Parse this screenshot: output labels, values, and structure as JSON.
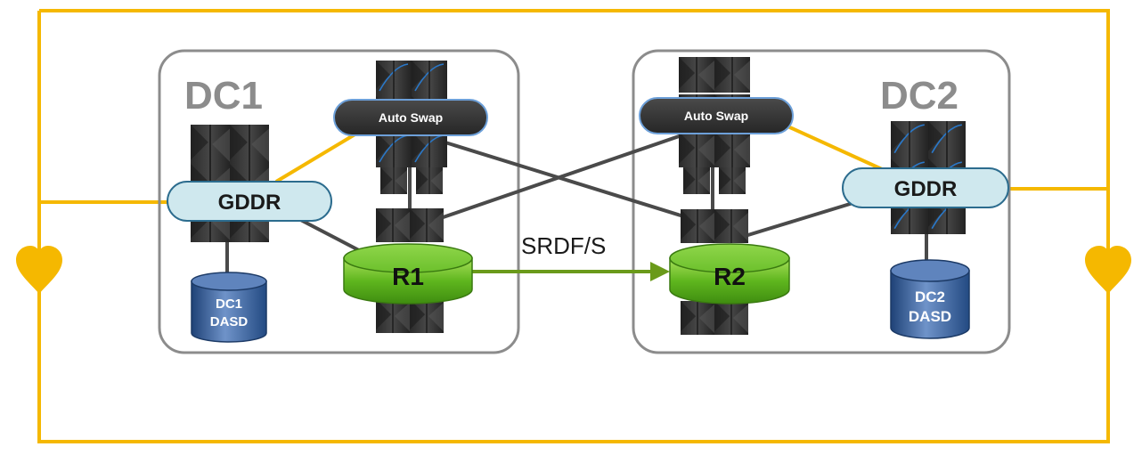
{
  "datacenters": {
    "left": {
      "label": "DC1",
      "gddr_label": "GDDR",
      "autoswap_label": "Auto Swap",
      "disk_label": "R1",
      "dasd_line1": "DC1",
      "dasd_line2": "DASD"
    },
    "right": {
      "label": "DC2",
      "gddr_label": "GDDR",
      "autoswap_label": "Auto Swap",
      "disk_label": "R2",
      "dasd_line1": "DC2",
      "dasd_line2": "DASD"
    }
  },
  "replication": {
    "label": "SRDF/S"
  },
  "colors": {
    "heartbeat": "#f5b800",
    "dc_border": "#8c8c8c",
    "dc_label": "#8c8c8c",
    "gddr_fill": "#cfe8ee",
    "autoswap_fill": "#3a3a3a",
    "replica_green": "#6fc52a",
    "dasd_blue": "#2f5b9a",
    "link_gray": "#4a4a4a"
  },
  "icons": {
    "heartbeat_left": "heart-icon",
    "heartbeat_right": "heart-icon",
    "server": "mainframe-icon",
    "storage": "storage-array-icon"
  }
}
